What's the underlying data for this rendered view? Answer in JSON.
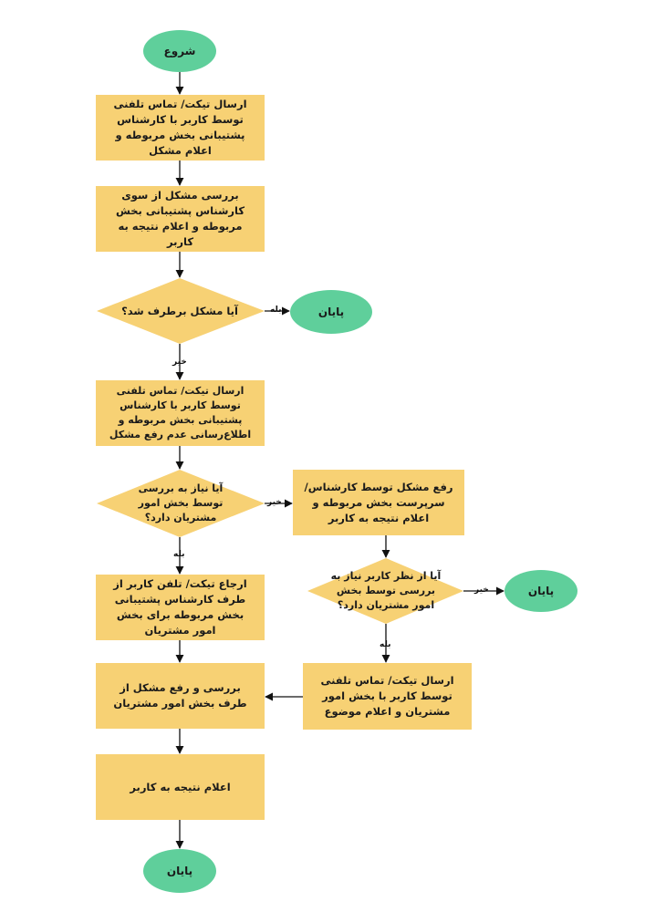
{
  "colors": {
    "box": "#f7d174",
    "terminal": "#5fcf9b",
    "line": "#111111"
  },
  "nodes": {
    "start": "شروع",
    "step1": "ارسال تیکت/ تماس تلفنی توسط کاربر با کارشناس پشتیبانی بخش مربوطه و اعلام مشکل",
    "step2": "بررسی مشکل از سوی کارشناس پشتیبانی بخش مربوطه و اعلام نتیجه به کاربر",
    "decision1": "آیا مشکل برطرف شد؟",
    "end1": "پایان",
    "step3": "ارسال تیکت/ تماس تلفنی توسط کاربر با کارشناس پشتیبانی بخش مربوطه و اطلاع‌رسانی عدم رفع مشکل",
    "decision2": "آیا نیاز به بررسی توسط بخش امور مشتریان دارد؟",
    "step_right1": "رفع مشکل توسط کارشناس/ سرپرست بخش مربوطه و اعلام نتیجه به کاربر",
    "decision3": "آیا از نظر کاربر نیاز به بررسی توسط بخش امور مشتریان دارد؟",
    "end2": "پایان",
    "step_right2": "ارسال تیکت/ تماس تلفنی توسط کاربر با بخش امور مشتریان و اعلام موضوع",
    "step4": "ارجاع تیکت/ تلفن کاربر از طرف کارشناس پشتیبانی بخش مربوطه برای بخش امور مشتریان",
    "step5": "بررسی و رفع مشکل از طرف بخش امور مشتریان",
    "step6": "اعلام نتیجه به کاربر",
    "end3": "پایان"
  },
  "labels": {
    "yes": "بله",
    "no": "خیر"
  }
}
